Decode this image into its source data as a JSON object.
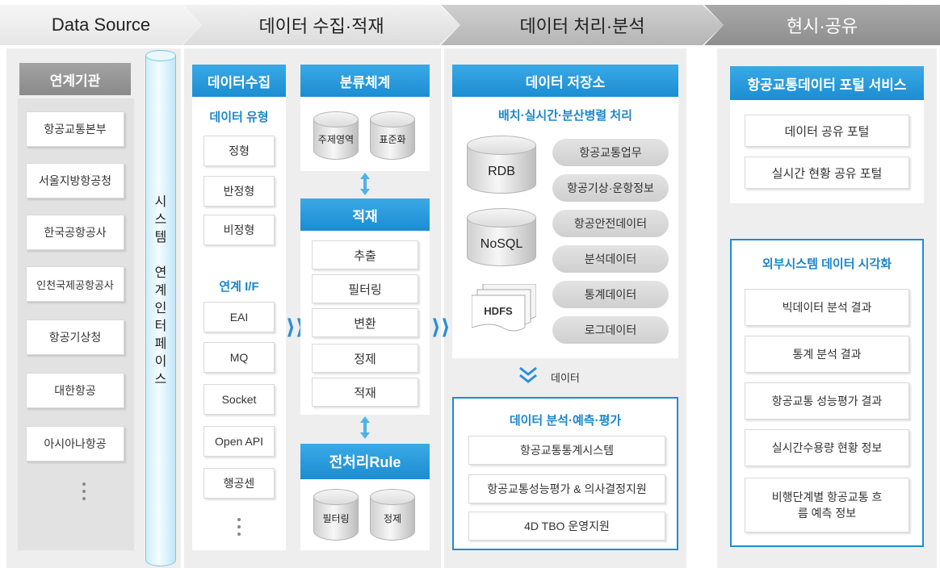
{
  "phases": [
    "Data Source",
    "데이터 수집·적재",
    "데이터 처리·분석",
    "현시·공유"
  ],
  "source": {
    "header": "연계기관",
    "items": [
      "항공교통본부",
      "서울지방항공청",
      "한국공항공사",
      "인천국제공항공사",
      "항공기상청",
      "대한항공",
      "아시아나항공"
    ]
  },
  "interface_tube": {
    "label_chars": [
      "시",
      "스",
      "템",
      "",
      "연",
      "계",
      "인",
      "터",
      "페",
      "이",
      "스"
    ]
  },
  "collection": {
    "header": "데이터수집",
    "type_title": "데이터 유형",
    "types": [
      "정형",
      "반정형",
      "비정형"
    ],
    "if_title": "연계 I/F",
    "interfaces": [
      "EAI",
      "MQ",
      "Socket",
      "Open API",
      "행공센"
    ]
  },
  "classification": {
    "header": "분류체계",
    "cylinders": [
      "주제영역",
      "표준화"
    ]
  },
  "loading": {
    "header": "적재",
    "steps": [
      "추출",
      "필터링",
      "변환",
      "정제",
      "적재"
    ]
  },
  "preprocess": {
    "header": "전처리Rule",
    "cylinders": [
      "필터링",
      "정제"
    ]
  },
  "storage": {
    "header": "데이터 저장소",
    "subtitle": "배치·실시간·분산병렬 처리",
    "stores": [
      "RDB",
      "NoSQL",
      "HDFS"
    ],
    "data_items": [
      "항공교통업무",
      "항공기상·운항정보",
      "항공안전데이터",
      "분석데이터",
      "통계데이터",
      "로그데이터"
    ],
    "flow_label": "데이터"
  },
  "analysis": {
    "title": "데이터 분석·예측·평가",
    "items": [
      "항공교통통계시스템",
      "항공교통성능평가 & 의사결정지원",
      "4D TBO 운영지원"
    ]
  },
  "portal": {
    "header": "항공교통데이터 포털 서비스",
    "items": [
      "데이터 공유 포털",
      "실시간 현황 공유 포털"
    ]
  },
  "visualization": {
    "title": "외부시스템 데이터 시각화",
    "items": [
      "빅데이터 분석 결과",
      "통계 분석 결과",
      "항공교통 성능평가 결과",
      "실시간수용량 현황 정보",
      "비행단계별 항공교통 흐름 예측 정보"
    ]
  },
  "colors": {
    "accent_blue": "#1b8dd2",
    "header_gray": "#8a8a8a"
  }
}
